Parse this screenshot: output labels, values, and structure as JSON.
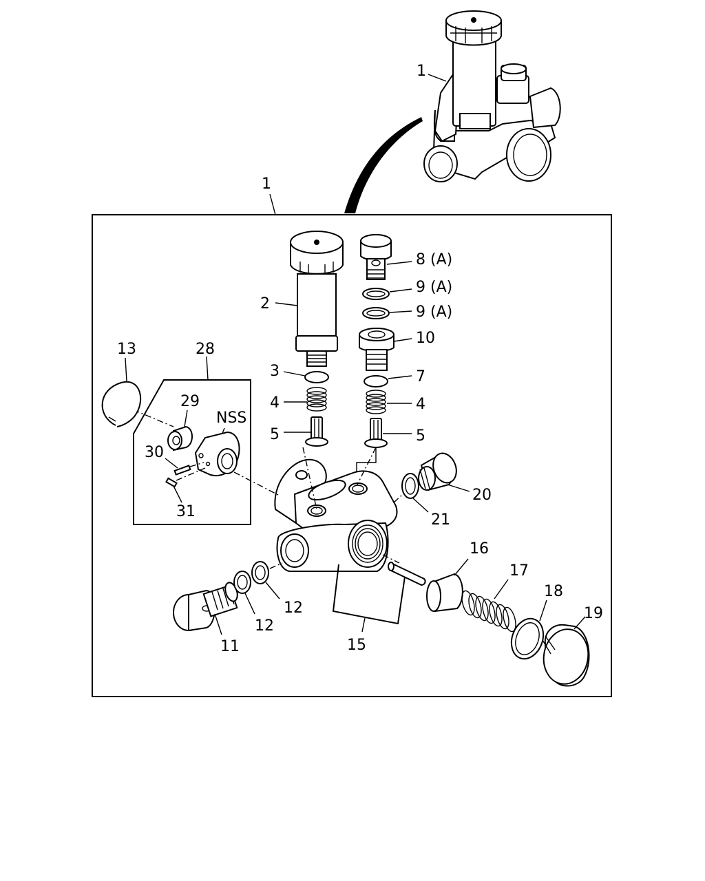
{
  "diagram": {
    "labels": {
      "l1_top": "1",
      "l1_box": "1",
      "l2": "2",
      "l3": "3",
      "l4_left": "4",
      "l4_right": "4",
      "l5_left": "5",
      "l5_right": "5",
      "l7": "7",
      "l8": "8 (A)",
      "l9_upper": "9 (A)",
      "l9_lower": "9 (A)",
      "l10": "10",
      "l11": "11",
      "l12_left": "12",
      "l12_right": "12",
      "l13": "13",
      "l15": "15",
      "l16": "16",
      "l17": "17",
      "l18": "18",
      "l19": "19",
      "l20": "20",
      "l21": "21",
      "l28": "28",
      "l29": "29",
      "l30": "30",
      "l31": "31",
      "nss": "NSS"
    }
  }
}
